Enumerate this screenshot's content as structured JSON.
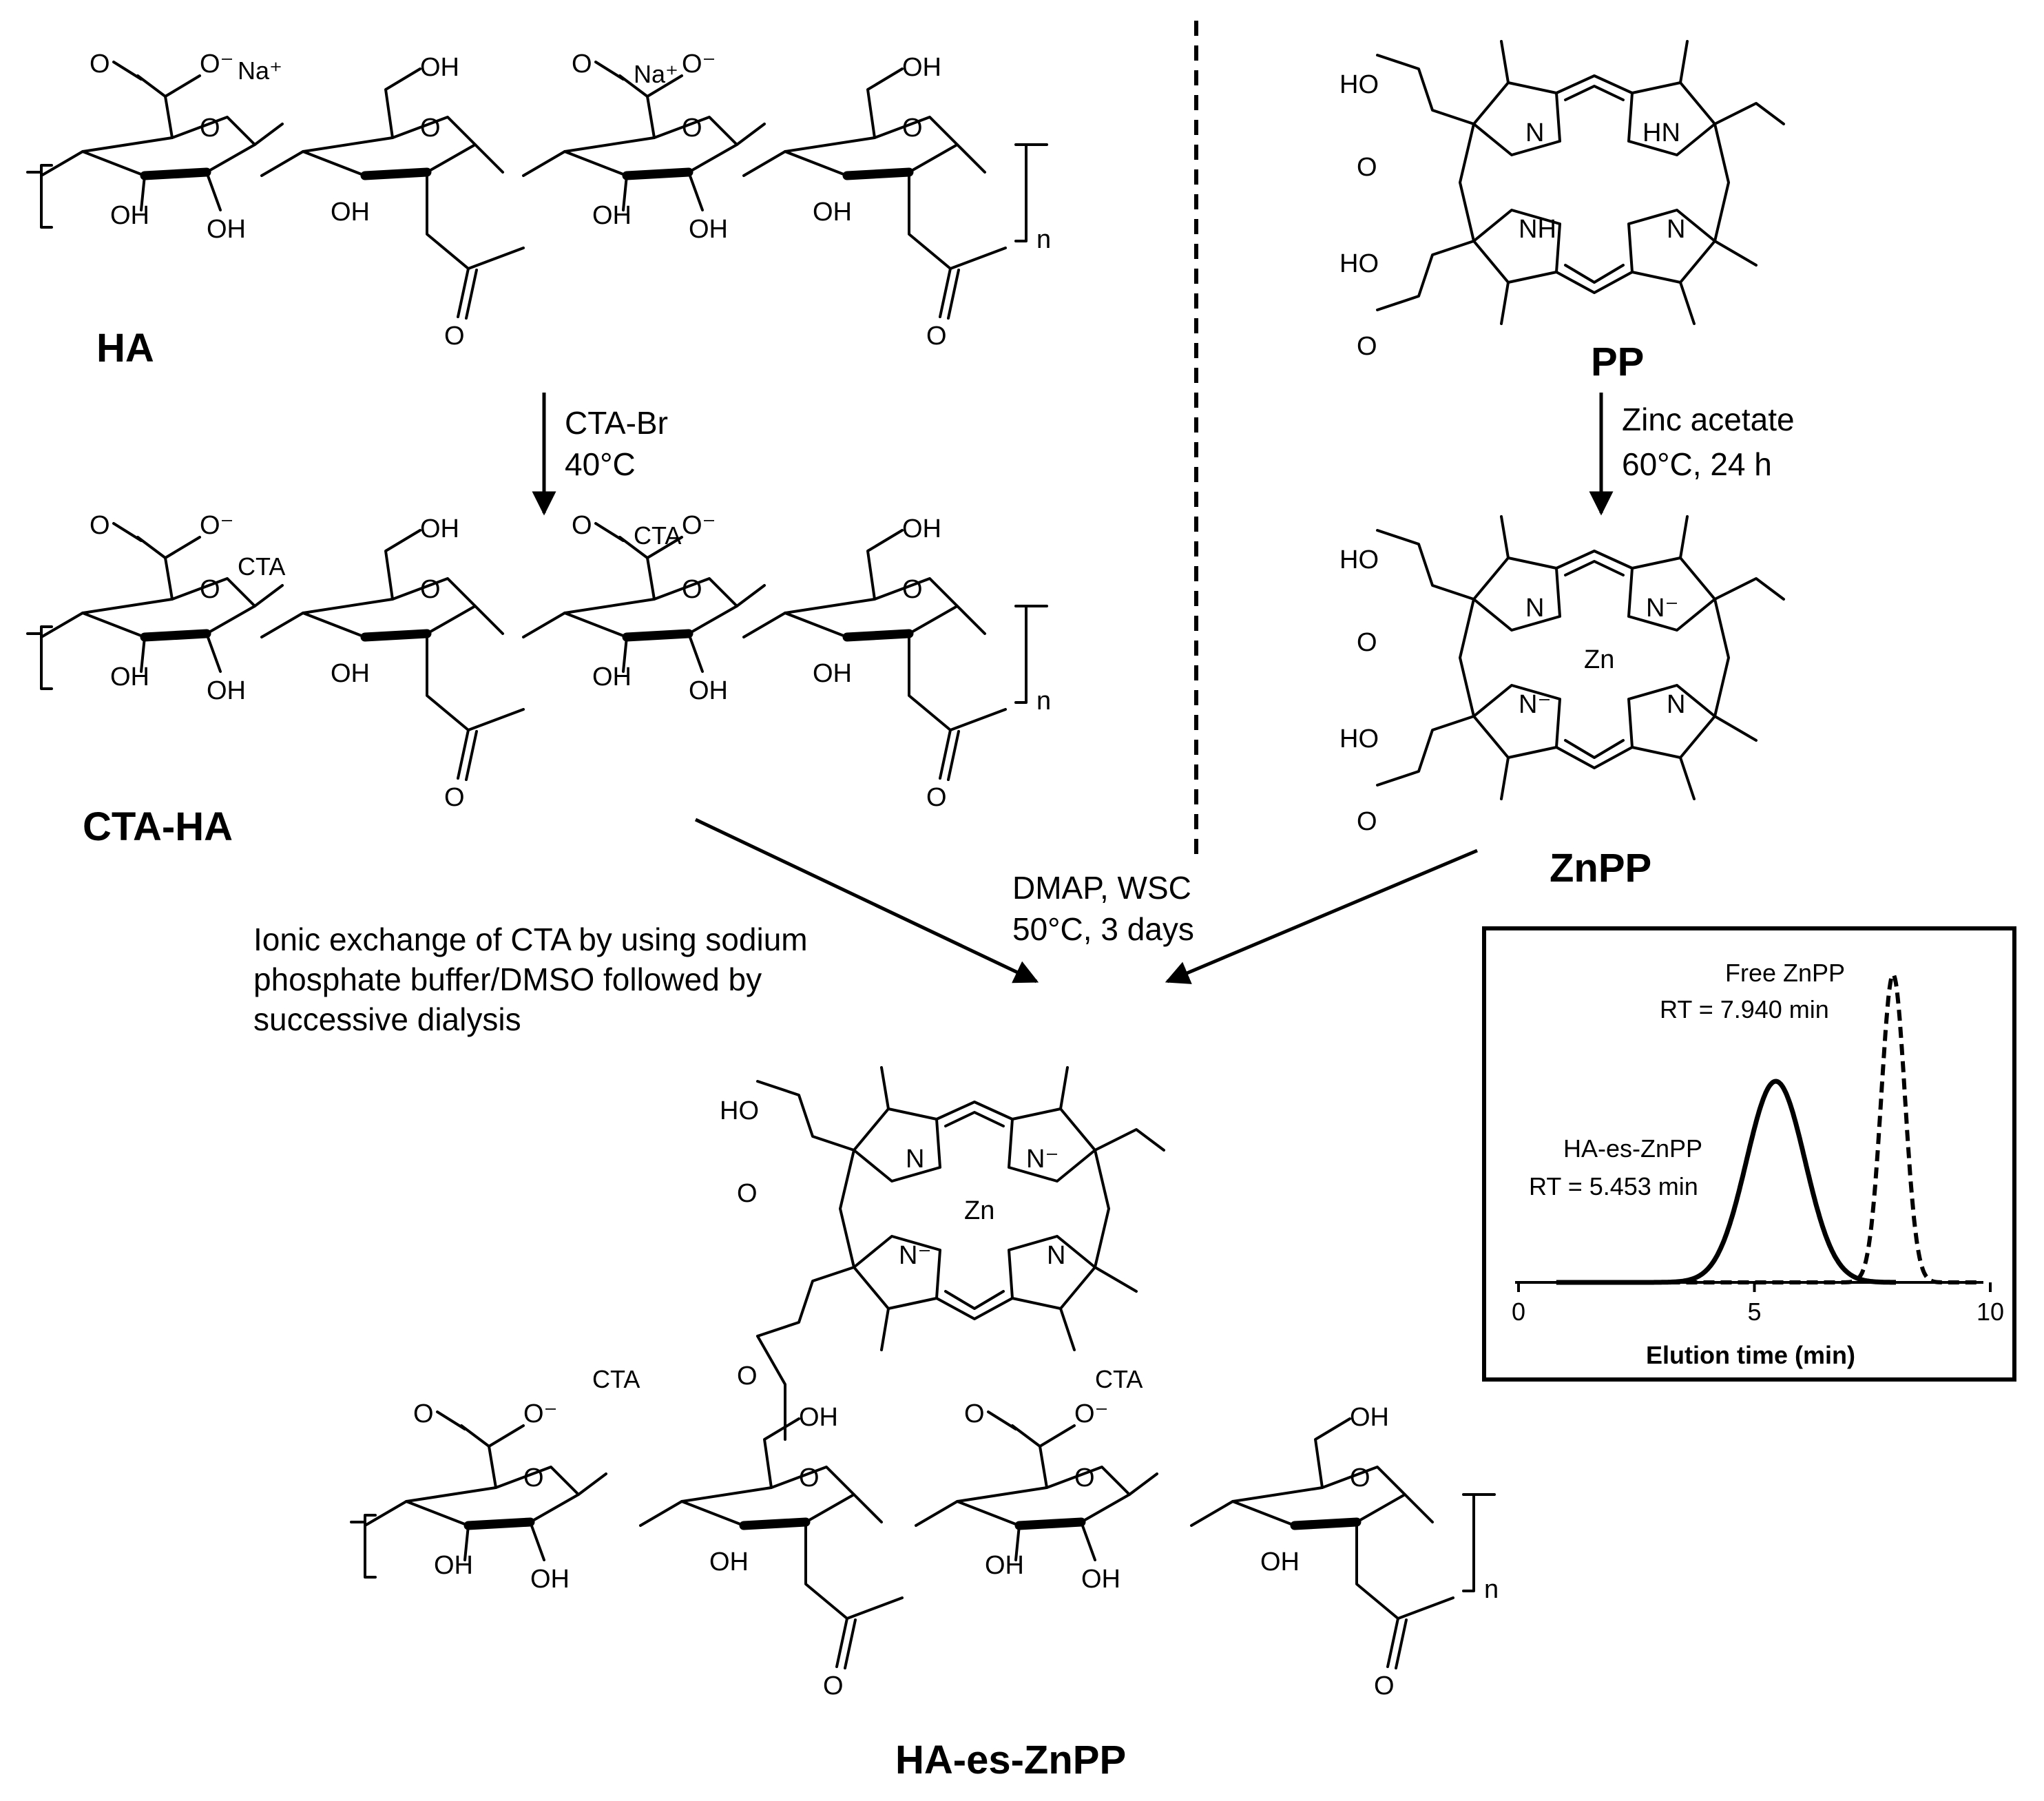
{
  "compounds": {
    "ha": "HA",
    "cta_ha": "CTA-HA",
    "pp": "PP",
    "znpp": "ZnPP",
    "ha_es_znpp": "HA-es-ZnPP"
  },
  "conditions": {
    "step1_line1": "CTA-Br",
    "step1_line2": "40°C",
    "step2_line1": "Zinc acetate",
    "step2_line2": "60°C, 24 h",
    "coupling_line1": "DMAP, WSC",
    "coupling_line2": "50°C, 3 days",
    "exchange_line1": "Ionic exchange of CTA by using sodium",
    "exchange_line2": "phosphate buffer/DMSO followed by",
    "exchange_line3": "successive dialysis"
  },
  "atoms": {
    "carboxylate_o": "O",
    "carboxylate_ominus": "O⁻",
    "sodium": "Na⁺",
    "cta": "CTA",
    "hydroxyl": "OH",
    "ring_o": "O",
    "acid": "HO",
    "nitrogen": "N",
    "nh": "NH",
    "hn": "HN",
    "n_minus": "N⁻",
    "zinc": "Zn",
    "repeat": "n"
  },
  "chart_data": {
    "type": "line",
    "title": "",
    "xlabel": "Elution time (min)",
    "ylabel": "",
    "xlim": [
      0,
      10
    ],
    "xticks": [
      0,
      5,
      10
    ],
    "series": [
      {
        "name": "HA-es-ZnPP",
        "style": "solid",
        "peak_rt": 5.453,
        "annotation_line1": "HA-es-ZnPP",
        "annotation_line2": "RT = 5.453 min"
      },
      {
        "name": "Free ZnPP",
        "style": "dashed",
        "peak_rt": 7.94,
        "annotation_line1": "Free ZnPP",
        "annotation_line2": "RT = 7.940 min"
      }
    ]
  }
}
